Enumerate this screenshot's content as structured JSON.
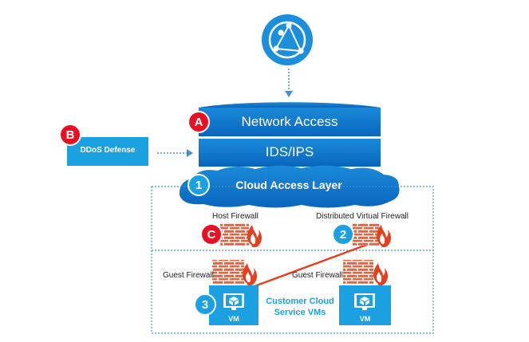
{
  "colors": {
    "accent_blue": "#1ba1e2",
    "deep_blue": "#0a6fc2",
    "badge_red": "#e81123",
    "brick": "#e8623a",
    "mortar": "#ffffff",
    "line_red": "#e2401e",
    "dotted": "#4a8fc8"
  },
  "internet": {
    "icon": "network-globe-icon"
  },
  "layers": {
    "network_access": "Network Access",
    "ids_ips": "IDS/IPS",
    "cloud_access": "Cloud Access Layer"
  },
  "ddos": {
    "label": "DDoS Defense"
  },
  "badges": {
    "a": "A",
    "b": "B",
    "c": "C",
    "one": "1",
    "two": "2",
    "three": "3"
  },
  "firewalls": {
    "host": "Host Firewall",
    "distributed": "Distributed Virtual Firewall",
    "guest_left": "Guest Firewall",
    "guest_right": "Guest Firewall"
  },
  "vms": {
    "left_label": "VM",
    "right_label": "VM",
    "icon": "vm-cube-icon"
  },
  "customer": {
    "line1": "Customer Cloud",
    "line2": "Service VMs"
  }
}
